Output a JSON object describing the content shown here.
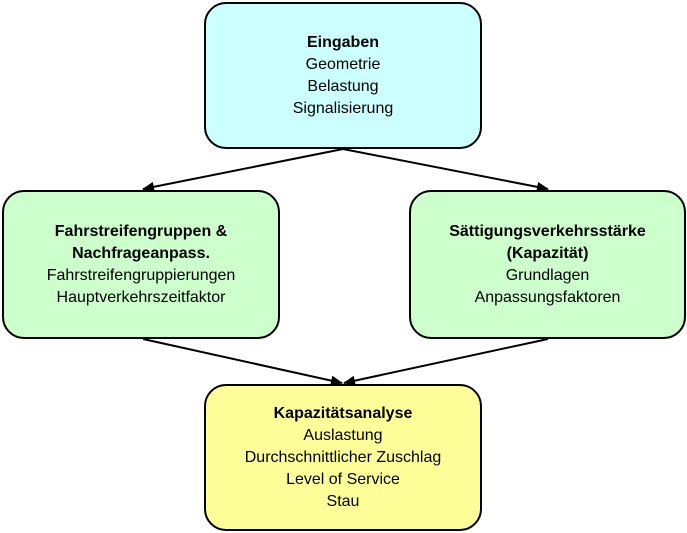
{
  "nodes": {
    "inputs": {
      "title": "Eingaben",
      "lines": [
        "Geometrie",
        "Belastung",
        "Signalisierung"
      ],
      "color": "#ccffff"
    },
    "lane_groups": {
      "title": [
        "Fahrstreifengruppen &",
        "Nachfrageanpass."
      ],
      "lines": [
        "Fahrstreifengruppierungen",
        "Hauptverkehrszeitfaktor"
      ],
      "color": "#ccffcc"
    },
    "saturation": {
      "title": [
        "Sättigungsverkehrsstärke",
        "(Kapazität)"
      ],
      "lines": [
        "Grundlagen",
        "Anpassungsfaktoren"
      ],
      "color": "#ccffcc"
    },
    "capacity": {
      "title": "Kapazitätsanalyse",
      "lines": [
        "Auslastung",
        "Durchschnittlicher Zuschlag",
        "Level of Service",
        "Stau"
      ],
      "color": "#ffff99"
    }
  },
  "edges": [
    {
      "from": "inputs",
      "to": "lane_groups"
    },
    {
      "from": "inputs",
      "to": "saturation"
    },
    {
      "from": "lane_groups",
      "to": "capacity"
    },
    {
      "from": "saturation",
      "to": "capacity"
    }
  ]
}
